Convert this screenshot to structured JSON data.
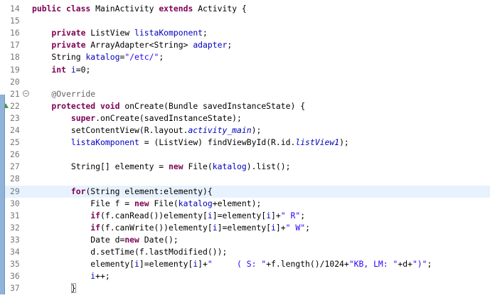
{
  "editor": {
    "lines": [
      {
        "no": "14",
        "code": [
          {
            "t": "public class ",
            "k": "kw"
          },
          {
            "t": "MainActivity ",
            "k": ""
          },
          {
            "t": "extends ",
            "k": "kw"
          },
          {
            "t": "Activity {",
            "k": ""
          }
        ]
      },
      {
        "no": "15",
        "code": []
      },
      {
        "no": "16",
        "code": [
          {
            "t": "    private ",
            "k": "kw"
          },
          {
            "t": "ListView ",
            "k": ""
          },
          {
            "t": "listaKomponent",
            "k": "field"
          },
          {
            "t": ";",
            "k": ""
          }
        ]
      },
      {
        "no": "17",
        "code": [
          {
            "t": "    private ",
            "k": "kw"
          },
          {
            "t": "ArrayAdapter<String> ",
            "k": ""
          },
          {
            "t": "adapter",
            "k": "field"
          },
          {
            "t": ";",
            "k": ""
          }
        ]
      },
      {
        "no": "18",
        "code": [
          {
            "t": "    String ",
            "k": ""
          },
          {
            "t": "katalog",
            "k": "field"
          },
          {
            "t": "=",
            "k": ""
          },
          {
            "t": "\"/etc/\"",
            "k": "str"
          },
          {
            "t": ";",
            "k": ""
          }
        ]
      },
      {
        "no": "19",
        "code": [
          {
            "t": "    int ",
            "k": "kw"
          },
          {
            "t": "i",
            "k": "field"
          },
          {
            "t": "=0;",
            "k": ""
          }
        ]
      },
      {
        "no": "20",
        "code": []
      },
      {
        "no": "21",
        "code": [
          {
            "t": "    @Override",
            "k": "ann"
          }
        ]
      },
      {
        "no": "22",
        "code": [
          {
            "t": "    protected void ",
            "k": "kw"
          },
          {
            "t": "onCreate(Bundle savedInstanceState) {",
            "k": ""
          }
        ]
      },
      {
        "no": "23",
        "code": [
          {
            "t": "        super",
            "k": "kw"
          },
          {
            "t": ".onCreate(savedInstanceState);",
            "k": ""
          }
        ]
      },
      {
        "no": "24",
        "code": [
          {
            "t": "        setContentView(R.layout.",
            "k": ""
          },
          {
            "t": "activity_main",
            "k": "field italic"
          },
          {
            "t": ");",
            "k": ""
          }
        ]
      },
      {
        "no": "25",
        "code": [
          {
            "t": "        ",
            "k": ""
          },
          {
            "t": "listaKomponent",
            "k": "field"
          },
          {
            "t": " = (ListView) findViewById(R.id.",
            "k": ""
          },
          {
            "t": "listView1",
            "k": "field italic"
          },
          {
            "t": ");",
            "k": ""
          }
        ]
      },
      {
        "no": "26",
        "code": []
      },
      {
        "no": "27",
        "code": [
          {
            "t": "        String[] elementy = ",
            "k": ""
          },
          {
            "t": "new ",
            "k": "kw"
          },
          {
            "t": "File(",
            "k": ""
          },
          {
            "t": "katalog",
            "k": "field"
          },
          {
            "t": ").list();",
            "k": ""
          }
        ]
      },
      {
        "no": "28",
        "code": []
      },
      {
        "no": "29",
        "code": [
          {
            "t": "        for",
            "k": "kw"
          },
          {
            "t": "(String element:elementy){",
            "k": ""
          }
        ]
      },
      {
        "no": "30",
        "code": [
          {
            "t": "            File f = ",
            "k": ""
          },
          {
            "t": "new ",
            "k": "kw"
          },
          {
            "t": "File(",
            "k": ""
          },
          {
            "t": "katalog",
            "k": "field"
          },
          {
            "t": "+element);",
            "k": ""
          }
        ]
      },
      {
        "no": "31",
        "code": [
          {
            "t": "            if",
            "k": "kw"
          },
          {
            "t": "(f.canRead())elementy[",
            "k": ""
          },
          {
            "t": "i",
            "k": "field"
          },
          {
            "t": "]=elementy[",
            "k": ""
          },
          {
            "t": "i",
            "k": "field"
          },
          {
            "t": "]+",
            "k": ""
          },
          {
            "t": "\" R\"",
            "k": "str"
          },
          {
            "t": ";",
            "k": ""
          }
        ]
      },
      {
        "no": "32",
        "code": [
          {
            "t": "            if",
            "k": "kw"
          },
          {
            "t": "(f.canWrite())elementy[",
            "k": ""
          },
          {
            "t": "i",
            "k": "field"
          },
          {
            "t": "]=elementy[",
            "k": ""
          },
          {
            "t": "i",
            "k": "field"
          },
          {
            "t": "]+",
            "k": ""
          },
          {
            "t": "\" W\"",
            "k": "str"
          },
          {
            "t": ";",
            "k": ""
          }
        ]
      },
      {
        "no": "33",
        "code": [
          {
            "t": "            Date d=",
            "k": ""
          },
          {
            "t": "new ",
            "k": "kw"
          },
          {
            "t": "Date();",
            "k": ""
          }
        ]
      },
      {
        "no": "34",
        "code": [
          {
            "t": "            d.setTime(f.lastModified());",
            "k": ""
          }
        ]
      },
      {
        "no": "35",
        "code": [
          {
            "t": "            elementy[",
            "k": ""
          },
          {
            "t": "i",
            "k": "field"
          },
          {
            "t": "]=elementy[",
            "k": ""
          },
          {
            "t": "i",
            "k": "field"
          },
          {
            "t": "]+",
            "k": ""
          },
          {
            "t": "\"     ( S: \"",
            "k": "str"
          },
          {
            "t": "+f.length()/1024+",
            "k": ""
          },
          {
            "t": "\"KB, LM: \"",
            "k": "str"
          },
          {
            "t": "+d+",
            "k": ""
          },
          {
            "t": "\")\"",
            "k": "str"
          },
          {
            "t": ";",
            "k": ""
          }
        ]
      },
      {
        "no": "36",
        "code": [
          {
            "t": "            ",
            "k": ""
          },
          {
            "t": "i",
            "k": "field"
          },
          {
            "t": "++;",
            "k": ""
          }
        ]
      },
      {
        "no": "37",
        "code": [
          {
            "t": "        ",
            "k": ""
          },
          {
            "t": "}",
            "k": "bracket"
          }
        ]
      }
    ],
    "current_line": "29",
    "fold_line": "21",
    "fold_icon": "minus",
    "override_line": "22",
    "change_bar_from": "21",
    "change_bar_to": "37",
    "colors": {
      "keyword": "#7f0055",
      "field": "#0000c0",
      "string": "#2a00ff",
      "annotation": "#646464",
      "current_line_bg": "#e8f2fe",
      "change_bar": "#8fb3d9"
    }
  }
}
